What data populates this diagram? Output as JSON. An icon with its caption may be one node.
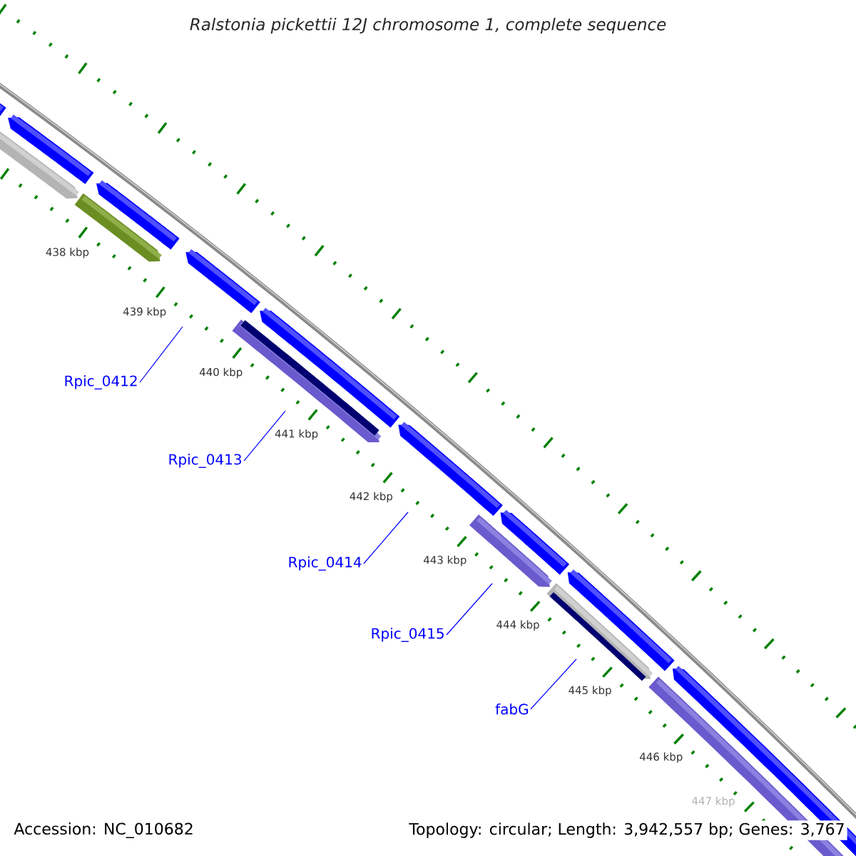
{
  "diagram": {
    "title": "Ralstonia pickettii 12J chromosome 1, complete sequence",
    "nodes": [
      {
        "text": [
          "Rpic_0412"
        ]
      },
      {
        "text": [
          "Rpic_0413"
        ]
      },
      {
        "text": [
          "Rpic_0414"
        ]
      },
      {
        "text": [
          "Rpic_0415"
        ]
      },
      {
        "text": [
          "fabG"
        ]
      }
    ],
    "edges": [
      {
        "from": 0,
        "to": null,
        "arrow": "none"
      },
      {
        "from": 1,
        "to": null,
        "arrow": "none"
      },
      {
        "from": 2,
        "to": null,
        "arrow": "none"
      },
      {
        "from": 3,
        "to": null,
        "arrow": "none"
      },
      {
        "from": 4,
        "to": null,
        "arrow": "none"
      }
    ],
    "labels": [
      "438 kbp",
      "439 kbp",
      "440 kbp",
      "441 kbp",
      "442 kbp",
      "443 kbp",
      "444 kbp",
      "445 kbp",
      "446 kbp",
      "447 kbp",
      "Accession: NC_010682",
      "Topology: circular; Length: 3,942,557 bp; Genes: 3,767"
    ]
  }
}
